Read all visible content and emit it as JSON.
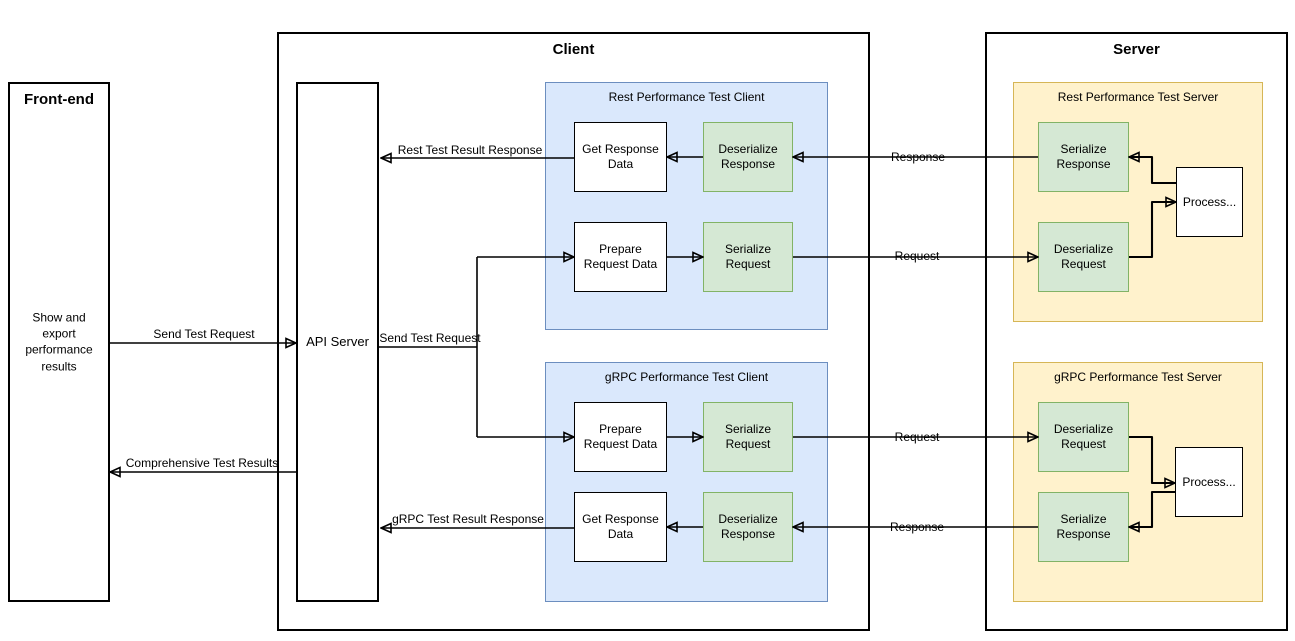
{
  "front_end": {
    "title": "Front-end",
    "body": "Show and export performance results"
  },
  "client": {
    "title": "Client",
    "api_server_label": "API Server",
    "rest": {
      "title": "Rest Performance Test Client",
      "get_response_data": "Get Response Data",
      "deserialize_response": "Deserialize Response",
      "prepare_request_data": "Prepare Request Data",
      "serialize_request": "Serialize Request"
    },
    "grpc": {
      "title": "gRPC Performance Test Client",
      "prepare_request_data": "Prepare Request Data",
      "serialize_request": "Serialize Request",
      "get_response_data": "Get Response Data",
      "deserialize_response": "Deserialize Response"
    }
  },
  "server": {
    "title": "Server",
    "rest": {
      "title": "Rest Performance Test Server",
      "serialize_response": "Serialize Response",
      "deserialize_request": "Deserialize Request",
      "process": "Process..."
    },
    "grpc": {
      "title": "gRPC Performance Test Server",
      "deserialize_request": "Deserialize Request",
      "serialize_response": "Serialize Response",
      "process": "Process..."
    }
  },
  "edges": {
    "send_test_request_frontend": "Send Test Request",
    "send_test_request_api": "Send Test Request",
    "comprehensive_results": "Comprehensive Test Results",
    "rest_result_response": "Rest Test Result Response",
    "grpc_result_response": "gRPC Test Result Response",
    "rest_request": "Request",
    "rest_response": "Response",
    "grpc_request": "Request",
    "grpc_response": "Response"
  },
  "colors": {
    "client_group_fill": "#dae8fc",
    "client_group_stroke": "#6c8ebf",
    "step_fill": "#d5e8d4",
    "step_stroke": "#82b366",
    "server_group_fill": "#fff2cc",
    "server_group_stroke": "#d6b656",
    "box_stroke": "#000000",
    "edge_stroke": "#000000"
  }
}
